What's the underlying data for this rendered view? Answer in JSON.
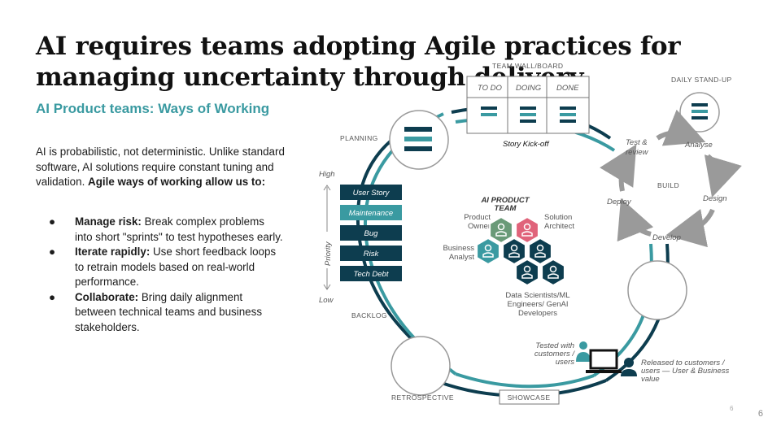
{
  "title": "AI requires teams adopting Agile practices for managing uncertainty through delivery",
  "subtitle": "AI Product teams: Ways of Working",
  "intro": {
    "plain": "AI is probabilistic, not deterministic. Unlike standard software, AI solutions require constant tuning and validation. ",
    "bold": "Agile ways of working allow us to:"
  },
  "bullets": [
    {
      "bullet": "●",
      "bold": "Manage risk:",
      "text": " Break complex problems into short \"sprints\" to test hypotheses early."
    },
    {
      "bullet": "●",
      "bold": "Iterate rapidly:",
      "text": " Use short feedback loops to retrain models based on real-world performance."
    },
    {
      "bullet": "●",
      "bold": "Collaborate:",
      "text": " Bring daily alignment between technical teams and business stakeholders."
    }
  ],
  "diagram": {
    "team_wall_label": "TEAM WALL/BOARD",
    "board_columns": [
      "TO DO",
      "DOING",
      "DONE"
    ],
    "story_kickoff": "Story Kick-off",
    "daily_standup": "DAILY STAND-UP",
    "planning": "PLANNING",
    "backlog": "BACKLOG",
    "retrospective": "RETROSPECTIVE",
    "showcase": "SHOWCASE",
    "build_cycle": {
      "center": "BUILD",
      "steps": [
        "Test &",
        "review",
        "Analyse",
        "Design",
        "Develop",
        "Deploy"
      ]
    },
    "priority": {
      "high": "High",
      "low": "Low",
      "axis": "Priority"
    },
    "backlog_items": [
      "User Story",
      "Maintenance",
      "Bug",
      "Risk",
      "Tech Debt"
    ],
    "team": {
      "title_line1": "AI PRODUCT",
      "title_line2": "TEAM",
      "product_owner": [
        "Product",
        "Owner"
      ],
      "solution_architect": [
        "Solution",
        "Architect"
      ],
      "business_analyst": [
        "Business",
        "Analyst"
      ],
      "data_scientists": [
        "Data Scientists/ML",
        "Engineers/ GenAI",
        "Developers"
      ]
    },
    "tested_with": [
      "Tested with",
      "customers /",
      "users"
    ],
    "released": [
      "Released to customers /",
      "users — User & Business",
      "value"
    ]
  },
  "page_number": "6",
  "page_number_small": "6",
  "colors": {
    "dark_teal": "#0d3d4f",
    "teal": "#3a9aa1",
    "grey": "#9a9a9a",
    "pink": "#e0637a",
    "green": "#6a9a78"
  }
}
